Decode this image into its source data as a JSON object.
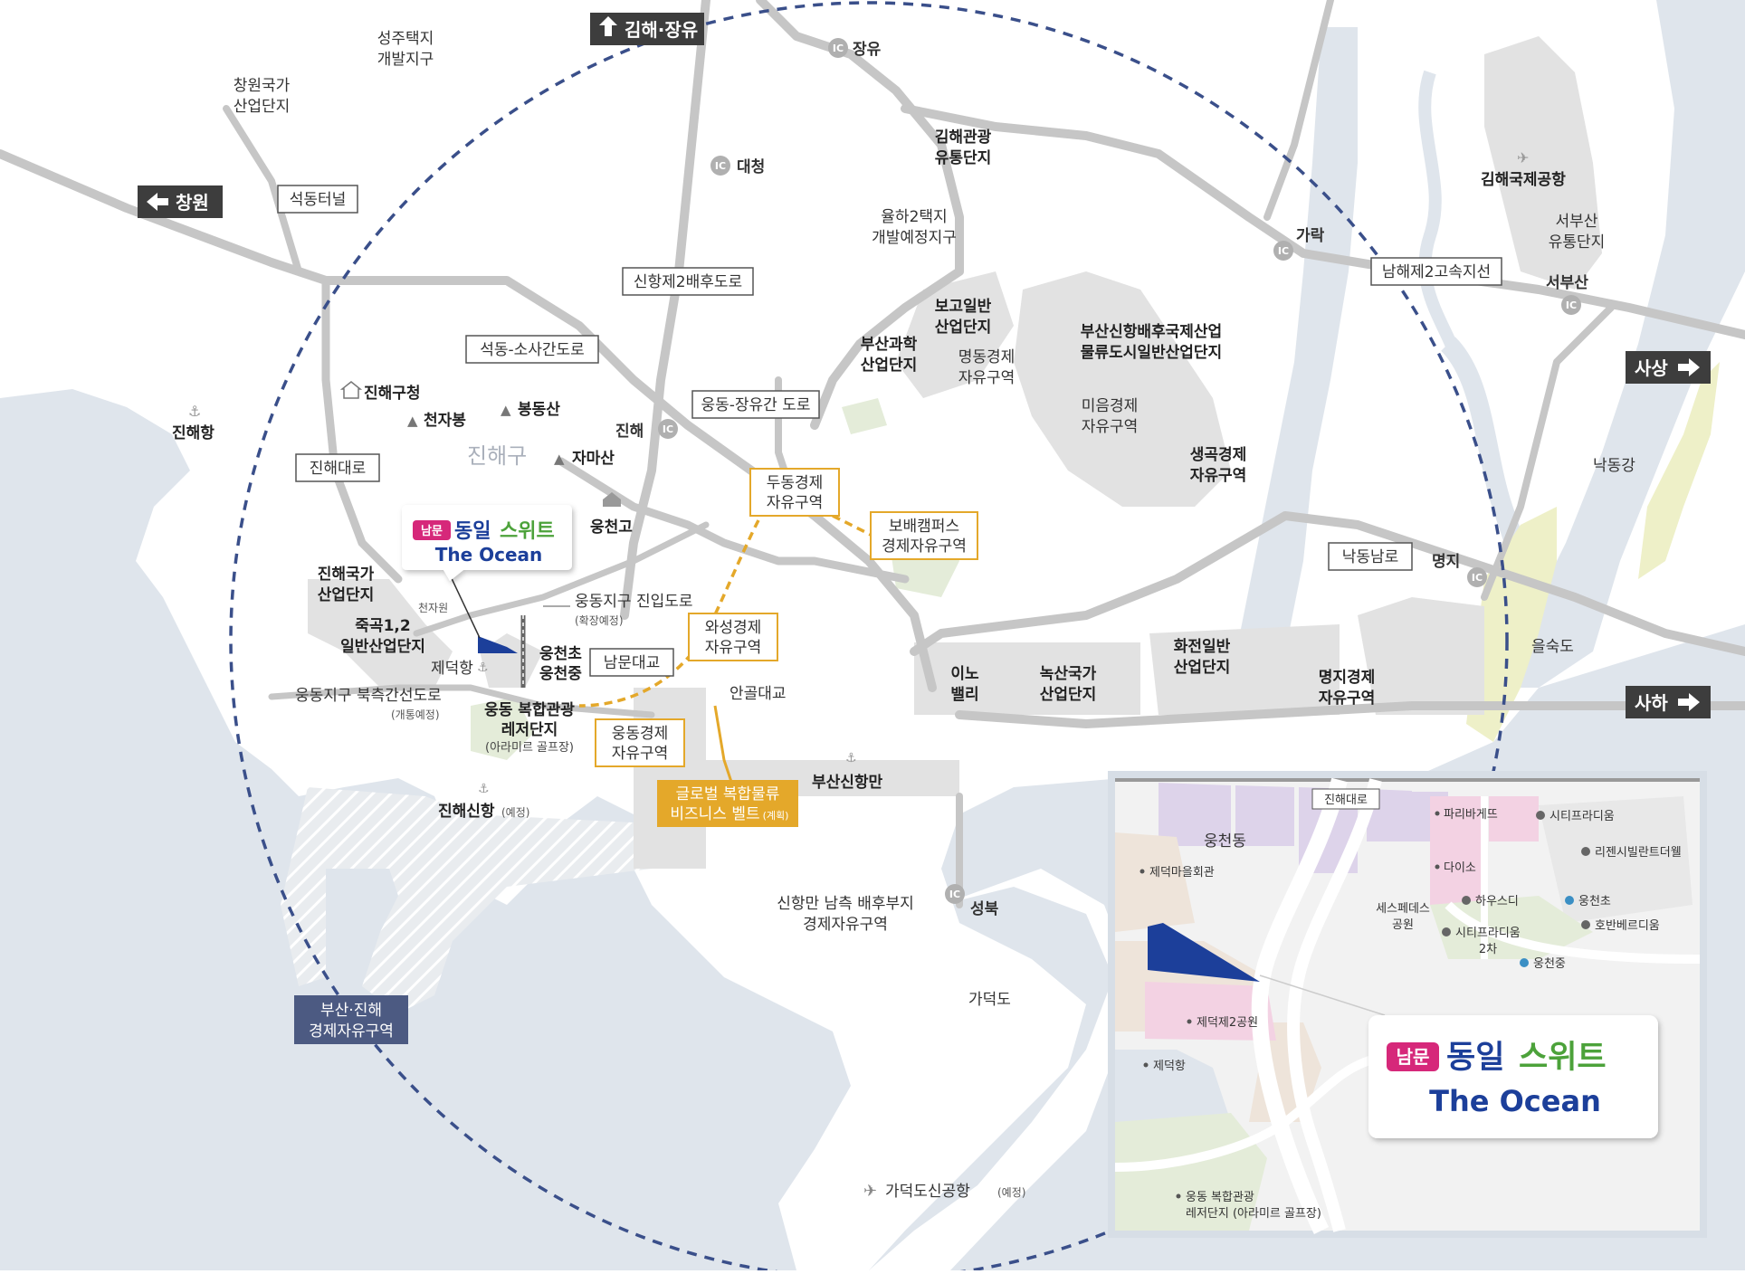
{
  "colors": {
    "land": "#ffffff",
    "water": "#dfe5ec",
    "road": "#c3c3c3",
    "district": "#e2e2e2",
    "circle": "#3a4f8a",
    "yellow": "#e4a82a",
    "brand_pink": "#d6287a",
    "brand_green": "#4ca23a",
    "brand_blue": "#1c3f9a",
    "dark_label": "#3d3d3d",
    "zone_label": "#4c5a82"
  },
  "directions": {
    "north": "김해·장유",
    "west": "창원",
    "east1": "사상",
    "east2": "사하"
  },
  "ic": {
    "jangyu": "장유",
    "daecheong": "대청",
    "jinhae": "진해",
    "garak": "가락",
    "seobusan": "서부산",
    "myeongji": "명지",
    "seongbuk": "성북",
    "icon": "IC"
  },
  "roads": {
    "seokdong_tunnel": "석동터널",
    "sinhang2": "신항제2배후도로",
    "seokdong_sosa": "석동-소사간도로",
    "ungdong_jangyu": "웅동-장유간 도로",
    "jinhae_daero": "진해대로",
    "namhae2": "남해제2고속지선",
    "nakdong_namro": "낙동남로",
    "nammun_bridge": "남문대교",
    "angol_bridge": "안골대교",
    "entry_road": "웅동지구 진입도로",
    "entry_road_note": "(확장예정)",
    "north_road": "웅동지구 북측간선도로",
    "north_road_note": "(개통예정)"
  },
  "places": {
    "seongju": [
      "성주택지",
      "개발지구"
    ],
    "changwon_nat": [
      "창원국가",
      "산업단지"
    ],
    "jinhae_office": "진해구청",
    "jinhae_port": "진해항",
    "cheonjabong": "천자봉",
    "bongdongsan": "봉동산",
    "jinhae_gu": "진해구",
    "jamasan": "자마산",
    "ungcheon_high": "웅천고",
    "jinhae_nat": [
      "진해국가",
      "산업단지"
    ],
    "jukgok": [
      "죽곡1,2",
      "일반산업단지"
    ],
    "jedeok_port": "제덕항",
    "cheonjawon": "천자원",
    "ungcheon_schools": [
      "웅천초",
      "웅천중"
    ],
    "ungdong_complex": [
      "웅동 복합관광",
      "레저단지"
    ],
    "ungdong_complex_note": "(아라미르 골프장)",
    "jinhae_newport": "진해신항",
    "jinhae_newport_note": "(예정)",
    "gimhae_tourism": [
      "김해관광",
      "유통단지"
    ],
    "yulha2": [
      "율하2택지",
      "개발예정지구"
    ],
    "bogo": [
      "보고일반",
      "산업단지"
    ],
    "busan_science": [
      "부산과학",
      "산업단지"
    ],
    "myeongdong": [
      "명동경제",
      "자유구역"
    ],
    "busan_newport_logistics": [
      "부산신항배후국제산업",
      "물류도시일반산업단지"
    ],
    "mieum": [
      "미음경제",
      "자유구역"
    ],
    "saenggok": [
      "생곡경제",
      "자유구역"
    ],
    "gimhae_airport": "김해국제공항",
    "seobusan_dist": [
      "서부산",
      "유통단지"
    ],
    "nakdong_river": "낙동강",
    "eulsukdo": "을숙도",
    "hwajeon": [
      "화전일반",
      "산업단지"
    ],
    "myeongji_zone": [
      "명지경제",
      "자유구역"
    ],
    "noksan": [
      "녹산국가",
      "산업단지"
    ],
    "inno_valley": [
      "이노",
      "밸리"
    ],
    "busan_newport_bay": "부산신항만",
    "sinhang_south": [
      "신항만 남측 배후부지",
      "경제자유구역"
    ],
    "gadeokdo": "가덕도",
    "gadeok_airport": "가덕도신공항",
    "gadeok_airport_note": "(예정)"
  },
  "zones": {
    "dudong": [
      "두동경제",
      "자유구역"
    ],
    "bobae": [
      "보배캠퍼스",
      "경제자유구역"
    ],
    "waseong": [
      "와성경제",
      "자유구역"
    ],
    "ungdong_zone": [
      "웅동경제",
      "자유구역"
    ],
    "global_belt": [
      "글로벌 복합물류",
      "비즈니스 벨트"
    ],
    "global_belt_note": "(계획)",
    "busan_jinhae": [
      "부산·진해",
      "경제자유구역"
    ]
  },
  "brand": {
    "tag": "남문",
    "name_a": "동일",
    "name_b": "스위트",
    "sub": "The Ocean"
  },
  "inset": {
    "road": "진해대로",
    "ungcheondong": "웅천동",
    "jedeok_hall": "제덕마을회관",
    "paris": "파리바게뜨",
    "city_pradium": "시티프라디움",
    "regency": "리젠시빌란트더웰",
    "daiso": "다이소",
    "sesfedes": [
      "세스페데스",
      "공원"
    ],
    "housedi": "하우스디",
    "ungcheon_elem": "웅천초",
    "city_pradium2": [
      "시티프라디움",
      "2차"
    ],
    "hoban": "호반베르디움",
    "ungcheon_mid": "웅천중",
    "jedeok2_park": "제덕제2공원",
    "jedeok_port": "제덕항",
    "complex": [
      "웅동 복합관광",
      "레저단지 (아라미르 골프장)"
    ]
  }
}
